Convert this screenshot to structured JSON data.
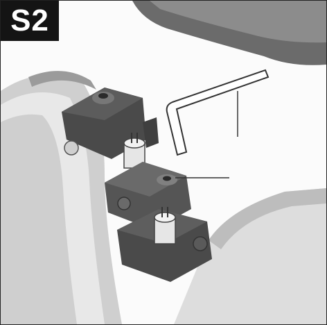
{
  "figure": {
    "step_label": "S2",
    "callouts": [
      {
        "target": "hex-key"
      },
      {
        "target": "clamp-screw"
      }
    ],
    "colors": {
      "background": "#fbfbfb",
      "dark_part": "#4a4a4a",
      "mid_part": "#8a8a8a",
      "light_part": "#d9d9d9",
      "badge": "#141414"
    }
  }
}
